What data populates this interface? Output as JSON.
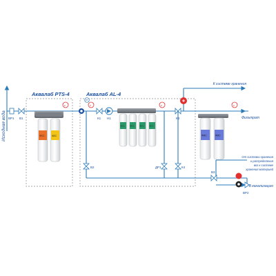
{
  "labels": {
    "inlet": "Исходная вода",
    "pts4": "Аквалаб PTS-4",
    "al4": "Аквалаб AL-4",
    "to_storage": "К системе хранения",
    "filtrate": "Фильтрат",
    "storage_note_1": "От системы хранения",
    "storage_note_2": "и распределения",
    "storage_note_3": "воз к системе",
    "storage_note_4": "хранения материей",
    "drain": "В канализацию"
  },
  "components": {
    "vp1": "ВР1",
    "v1": "В1",
    "k1": "К1",
    "v2": "В2",
    "dr1": "ДР1",
    "k4": "К4",
    "k3": "К3",
    "v3": "В3",
    "vr2": "ВР2",
    "n1": "Н1",
    "pt": "PT",
    "pressure": "P"
  },
  "cartridge_badges": {
    "pts4": [
      "ФСС",
      "АБС"
    ],
    "al4": [
      "ФСС",
      "ФСС",
      "ФСС",
      "ФСС"
    ],
    "final": [
      "ФМС",
      "ФМС"
    ]
  },
  "colors": {
    "line": "#2a7ab8",
    "accent": "#e03030",
    "badge_orange": "#e8702a",
    "badge_yellow": "#f2c418",
    "badge_green": "#2a9a6a",
    "badge_blue": "#6a7ad8",
    "label": "#1a4fa0"
  }
}
